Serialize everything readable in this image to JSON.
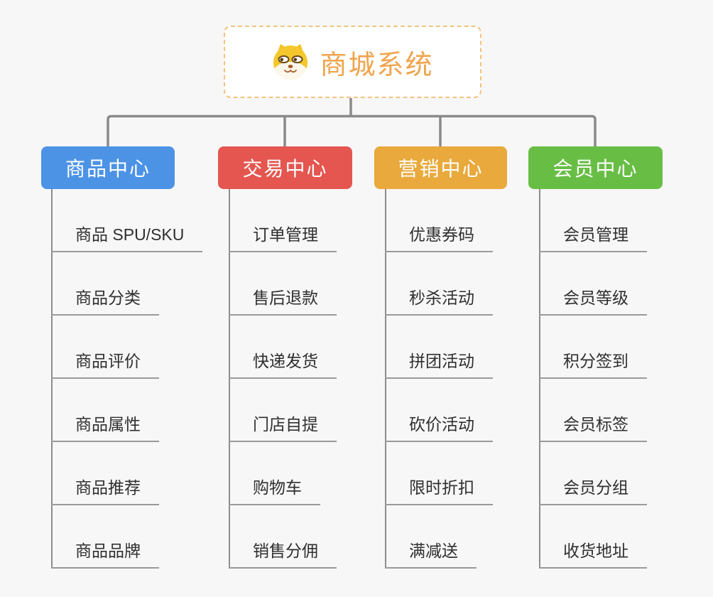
{
  "root": {
    "title": "商城系统",
    "icon": "shiba-dog-icon",
    "accent_color": "#f0a44c",
    "border_color": "#f3c37e"
  },
  "connector_color": "#8a8a8a",
  "branches": [
    {
      "label": "商品中心",
      "color": "#4c93e6",
      "children": [
        "商品 SPU/SKU",
        "商品分类",
        "商品评价",
        "商品属性",
        "商品推荐",
        "商品品牌"
      ]
    },
    {
      "label": "交易中心",
      "color": "#e4564f",
      "children": [
        "订单管理",
        "售后退款",
        "快递发货",
        "门店自提",
        "购物车",
        "销售分佣"
      ]
    },
    {
      "label": "营销中心",
      "color": "#e9a93c",
      "children": [
        "优惠券码",
        "秒杀活动",
        "拼团活动",
        "砍价活动",
        "限时折扣",
        "满减送"
      ]
    },
    {
      "label": "会员中心",
      "color": "#68be45",
      "children": [
        "会员管理",
        "会员等级",
        "积分签到",
        "会员标签",
        "会员分组",
        "收货地址"
      ]
    }
  ]
}
